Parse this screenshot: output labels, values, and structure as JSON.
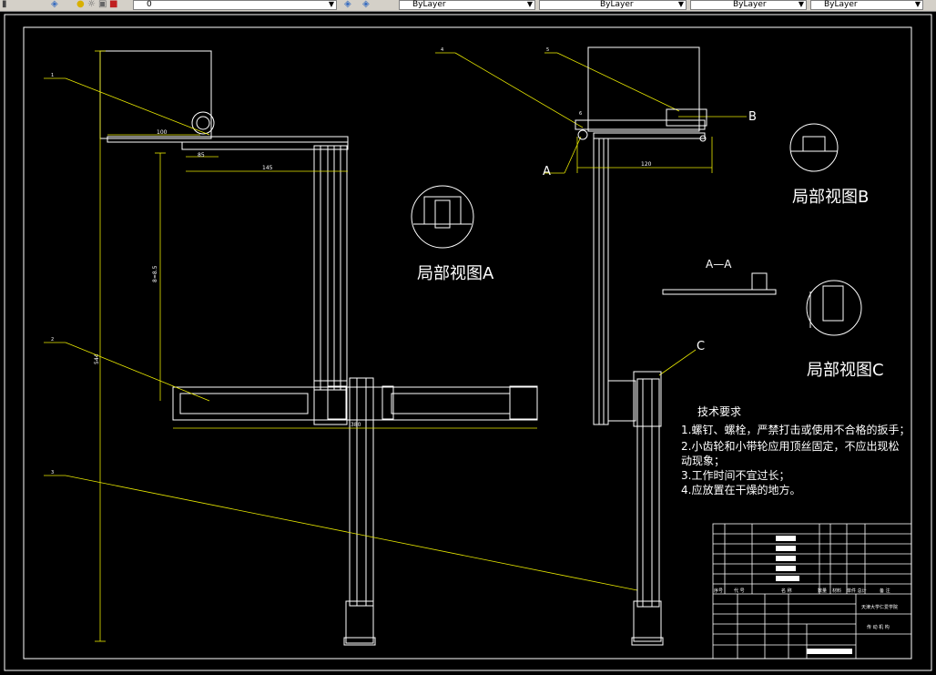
{
  "toolbar": {
    "layer_value": "0",
    "color_value": "ByLayer",
    "linetype_value": "ByLayer",
    "lineweight_value": "ByLayer",
    "plotstyle_value": "ByLayer"
  },
  "drawing": {
    "views": {
      "partial_a": "局部视图A",
      "partial_b": "局部视图B",
      "partial_c": "局部视图C",
      "section_aa": "A—A"
    },
    "markers": {
      "a": "A",
      "b": "B",
      "c": "C"
    },
    "dimensions": {
      "d100": "100",
      "d85": "85",
      "d145": "145",
      "d8": "8≈8.5",
      "d544": "544",
      "d380": "380",
      "d120": "120"
    },
    "leader_numbers": [
      "1",
      "2",
      "3",
      "4",
      "5",
      "6"
    ],
    "tech_requirements": {
      "title": "技术要求",
      "items": [
        "1.螺钉、螺栓，严禁打击或使用不合格的扳手；",
        "2.小齿轮和小带轮应用顶丝固定，不应出现松",
        "   动现象；",
        "3.工作时间不宜过长；",
        "4.应放置在干燥的地方。"
      ]
    },
    "title_block": {
      "school": "天津大学仁爱学院",
      "drawing_name": "传 动 机 构",
      "header_seq": "序号",
      "header_code": "代 号",
      "header_name": "名 称",
      "header_qty": "数量",
      "header_material": "材料",
      "header_weight": "单件 总计",
      "header_note": "备 注"
    }
  }
}
